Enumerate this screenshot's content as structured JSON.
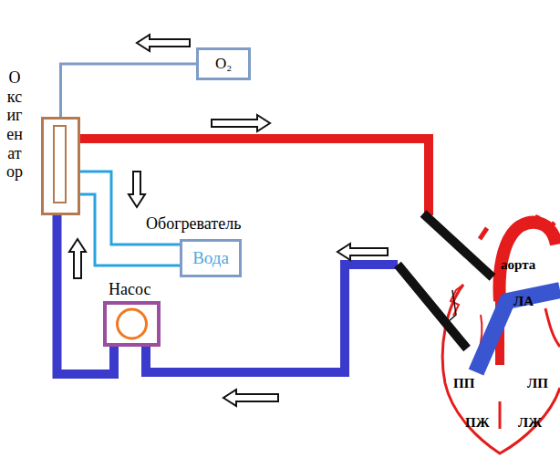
{
  "diagram": {
    "nodes": [
      {
        "text": [
          "Оксигенатор"
        ]
      },
      {
        "text": [
          "O₂"
        ]
      },
      {
        "text": [
          "Обогреватель",
          "Вода"
        ]
      },
      {
        "text": [
          "Насос"
        ]
      }
    ],
    "edges": [
      {
        "from": 1,
        "to": 0,
        "arrow": "to"
      },
      {
        "from": 0,
        "to": 2,
        "arrow": "to"
      },
      {
        "from": 2,
        "to": 0,
        "arrow": "none"
      },
      {
        "from": 3,
        "to": 0,
        "arrow": "to"
      }
    ],
    "labels": [
      "аорта",
      "ЛА",
      "ПП",
      "ЛП",
      "ПЖ",
      "ЛЖ"
    ]
  }
}
